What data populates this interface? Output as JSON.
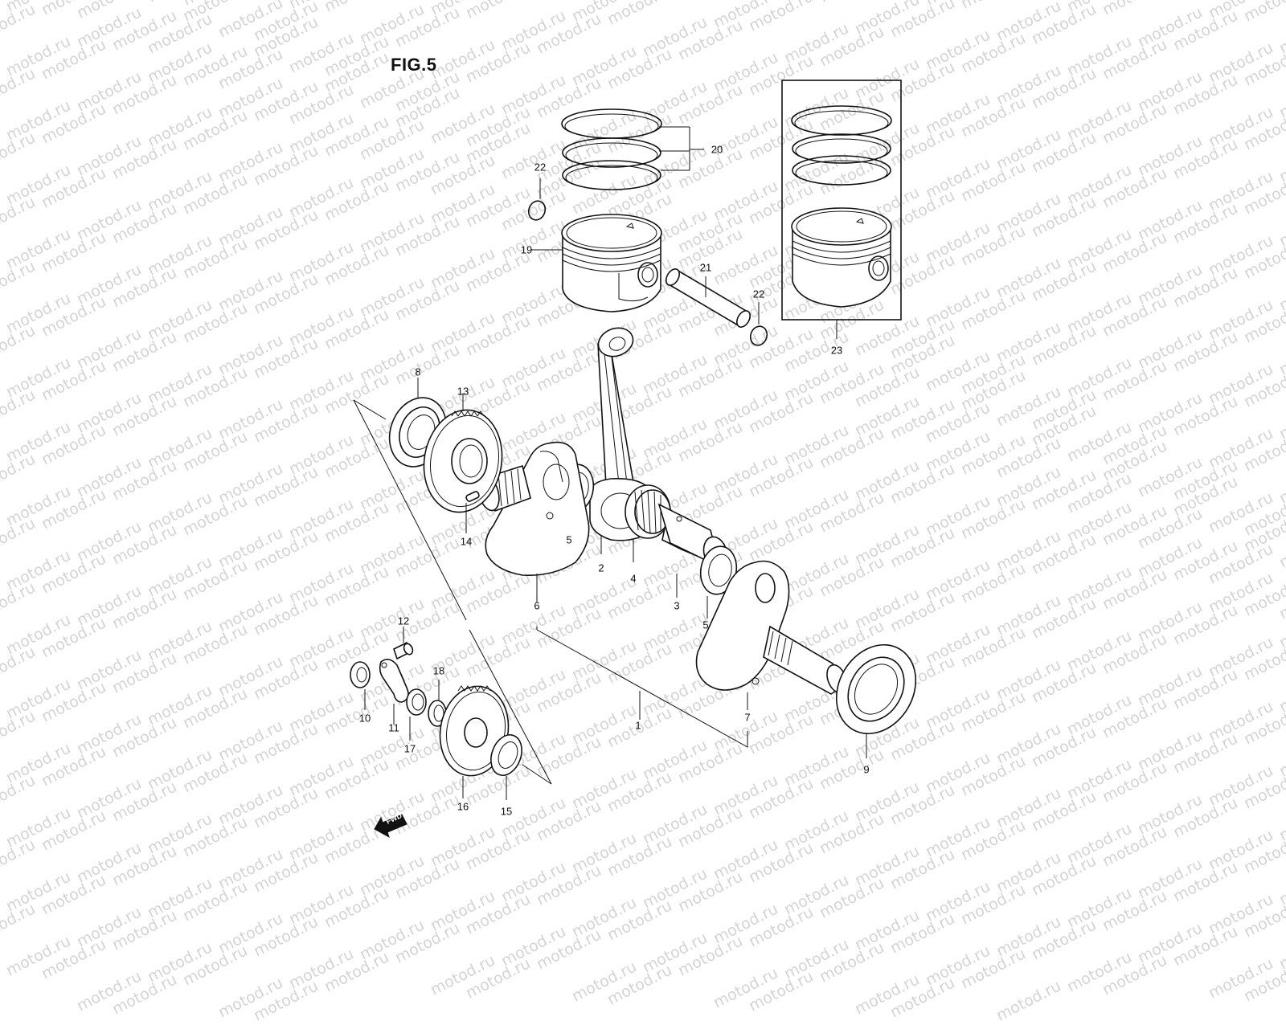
{
  "figure": {
    "title": "FIG.5"
  },
  "watermark": {
    "text": "motod.ru"
  },
  "direction_marker": {
    "label": "FWD",
    "icon": "fwd-arrow-icon"
  },
  "callouts": [
    {
      "id": "c1",
      "number": "1"
    },
    {
      "id": "c2",
      "number": "2"
    },
    {
      "id": "c3",
      "number": "3"
    },
    {
      "id": "c4",
      "number": "4"
    },
    {
      "id": "c5a",
      "number": "5"
    },
    {
      "id": "c5b",
      "number": "5"
    },
    {
      "id": "c6",
      "number": "6"
    },
    {
      "id": "c7",
      "number": "7"
    },
    {
      "id": "c8",
      "number": "8"
    },
    {
      "id": "c9",
      "number": "9"
    },
    {
      "id": "c10",
      "number": "10"
    },
    {
      "id": "c11",
      "number": "11"
    },
    {
      "id": "c12",
      "number": "12"
    },
    {
      "id": "c13",
      "number": "13"
    },
    {
      "id": "c14",
      "number": "14"
    },
    {
      "id": "c15",
      "number": "15"
    },
    {
      "id": "c16",
      "number": "16"
    },
    {
      "id": "c17",
      "number": "17"
    },
    {
      "id": "c18",
      "number": "18"
    },
    {
      "id": "c19",
      "number": "19"
    },
    {
      "id": "c20",
      "number": "20"
    },
    {
      "id": "c21",
      "number": "21"
    },
    {
      "id": "c22a",
      "number": "22"
    },
    {
      "id": "c22b",
      "number": "22"
    },
    {
      "id": "c23",
      "number": "23"
    }
  ]
}
